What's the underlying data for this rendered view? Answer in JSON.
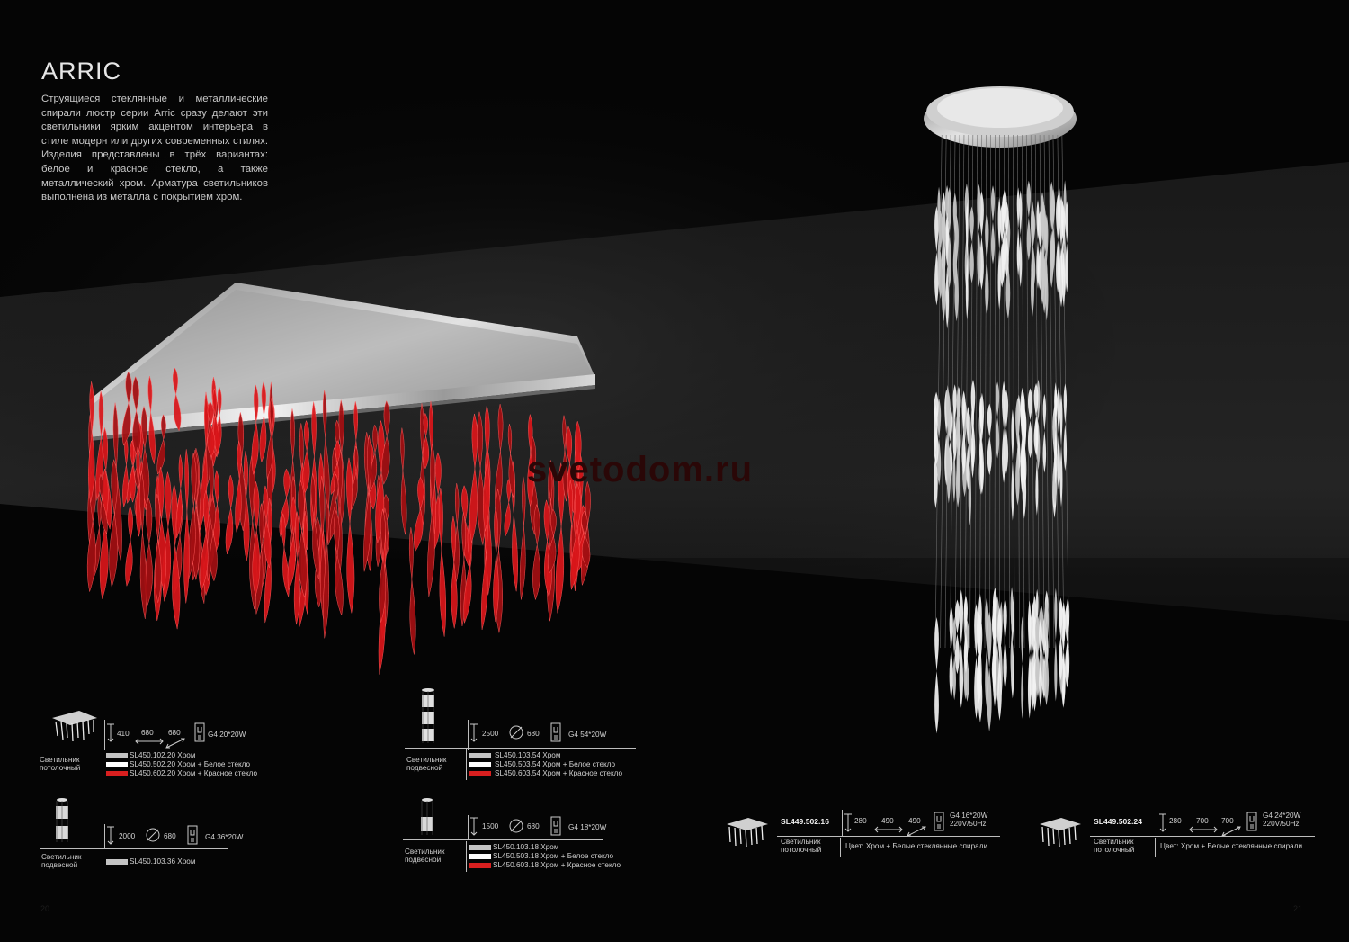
{
  "title": "ARRIC",
  "intro": "Струящиеся стеклянные и металлические спирали люстр серии Arric сразу делают эти светильники ярким акцентом интерьера в стиле модерн или других современных стилях. Изделия представлены в трёх вариантах: белое и красное стекло, а также металлический хром. Арматура светильников выполнена из металла с покрытием хром.",
  "watermark": "svetodom.ru",
  "page_numbers": {
    "left": "20",
    "right": "21"
  },
  "colors": {
    "chrome": "#c4c4c4",
    "white": "#ffffff",
    "red": "#d81f1f",
    "background": "#060606"
  },
  "specs": [
    {
      "category": [
        "Светильник",
        "потолочный"
      ],
      "height": "410",
      "width": "680",
      "depth": "680",
      "lamp": "G4 20*20W",
      "variants": [
        {
          "code": "SL450.102.20 Хром",
          "color": "#c4c4c4"
        },
        {
          "code": "SL450.502.20 Хром + Белое стекло",
          "color": "#ffffff"
        },
        {
          "code": "SL450.602.20 Хром + Красное стекло",
          "color": "#d81f1f"
        }
      ]
    },
    {
      "category": [
        "Светильник",
        "подвесной"
      ],
      "height": "2500",
      "diameter": "680",
      "lamp": "G4 54*20W",
      "variants": [
        {
          "code": "SL450.103.54 Хром",
          "color": "#c4c4c4"
        },
        {
          "code": "SL450.503.54 Хром + Белое стекло",
          "color": "#ffffff"
        },
        {
          "code": "SL450.603.54 Хром + Красное стекло",
          "color": "#d81f1f"
        }
      ]
    },
    {
      "category": [
        "Светильник",
        "подвесной"
      ],
      "height": "2000",
      "diameter": "680",
      "lamp": "G4 36*20W",
      "variants": [
        {
          "code": "SL450.103.36 Хром",
          "color": "#c4c4c4"
        }
      ]
    },
    {
      "category": [
        "Светильник",
        "подвесной"
      ],
      "height": "1500",
      "diameter": "680",
      "lamp": "G4 18*20W",
      "variants": [
        {
          "code": "SL450.103.18 Хром",
          "color": "#c4c4c4"
        },
        {
          "code": "SL450.503.18 Хром + Белое стекло",
          "color": "#ffffff"
        },
        {
          "code": "SL450.603.18 Хром + Красное стекло",
          "color": "#d81f1f"
        }
      ]
    },
    {
      "code": "SL449.502.16",
      "category": [
        "Светильник",
        "потолочный"
      ],
      "height": "280",
      "width": "490",
      "depth": "490",
      "lamp": [
        "G4 16*20W",
        "220V/50Hz"
      ],
      "color_text": "Цвет: Хром + Белые стеклянные спирали"
    },
    {
      "code": "SL449.502.24",
      "category": [
        "Светильник",
        "потолочный"
      ],
      "height": "280",
      "width": "700",
      "depth": "700",
      "lamp": [
        "G4 24*20W",
        "220V/50Hz"
      ],
      "color_text": "Цвет: Хром + Белые стеклянные спирали"
    }
  ]
}
